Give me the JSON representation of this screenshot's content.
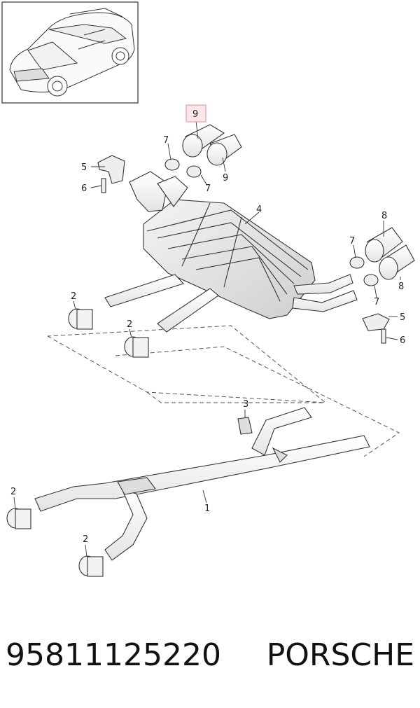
{
  "diagram": {
    "part_labels": {
      "p1": "1",
      "p2a": "2",
      "p2b": "2",
      "p2c": "2",
      "p2d": "2",
      "p3": "3",
      "p4": "4",
      "p5a": "5",
      "p5b": "5",
      "p6a": "6",
      "p6b": "6",
      "p7a": "7",
      "p7b": "7",
      "p7c": "7",
      "p7d": "7",
      "p8a": "8",
      "p8b": "8",
      "p9": "9",
      "p9_highlighted": "9"
    },
    "highlight_color": "#e8a0a8",
    "line_color": "#333333"
  },
  "caption": {
    "part_number": "95811125220",
    "brand": "PORSCHE"
  }
}
